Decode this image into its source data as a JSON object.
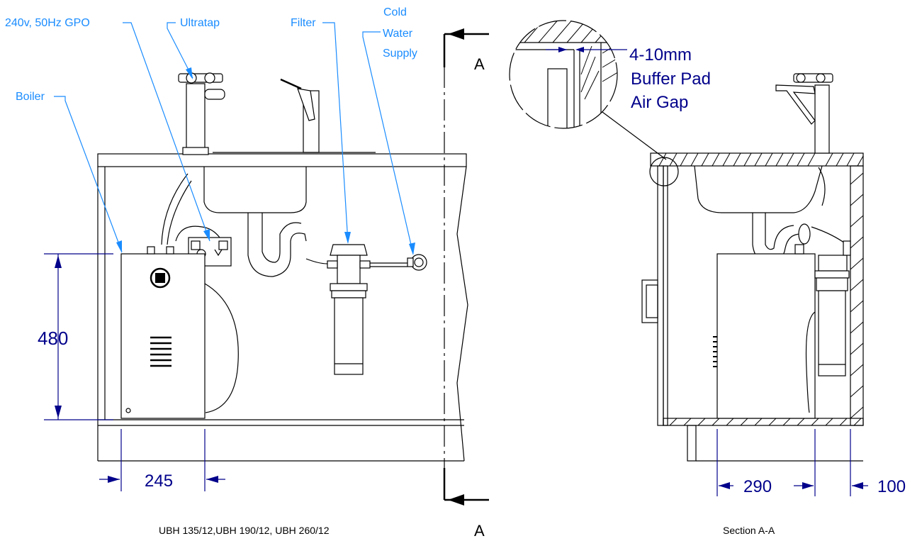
{
  "labels": {
    "gpo": "240v, 50Hz GPO",
    "ultratap": "Ultratap",
    "filter": "Filter",
    "cold_line1": "Cold",
    "cold_line2": "Water",
    "cold_line3": "Supply",
    "boiler": "Boiler"
  },
  "dimensions": {
    "height": "480",
    "width_front": "245",
    "depth_side": "290",
    "gap_back": "100"
  },
  "detail": {
    "line1": "4-10mm",
    "line2": "Buffer Pad",
    "line3": "Air Gap"
  },
  "section_marks": {
    "top": "A",
    "bottom": "A"
  },
  "captions": {
    "models": "UBH 135/12,UBH 190/12, UBH 260/12",
    "section": "Section A-A"
  },
  "colors": {
    "leader_text": "#1a8cff",
    "dimension": "#00008b",
    "line": "#000000"
  }
}
